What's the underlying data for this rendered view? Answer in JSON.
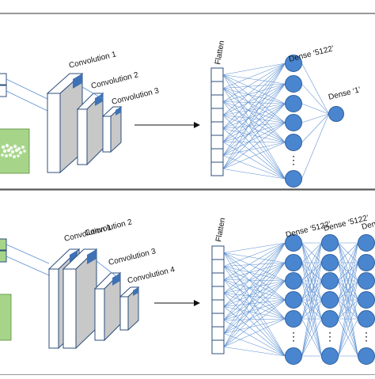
{
  "colors": {
    "panel_border": "#555555",
    "line": "#5b8fd1",
    "node_fill": "#4a86cf",
    "node_stroke": "#2f5f9e",
    "block_front": "#ffffff",
    "block_side": "#c8c8c8",
    "block_edge": "#2d4f7c",
    "kernel": "#3f72b5",
    "image_green": "#a6d58a",
    "arrow": "#111111"
  },
  "top_panel": {
    "conv_labels": [
      "Convolution 1",
      "Convolution 2",
      "Convolution 3"
    ],
    "flatten_label": "Flatten",
    "dense_labels": [
      "Dense ‘5122’",
      "Dense ‘1’"
    ]
  },
  "bottom_panel": {
    "conv_labels": [
      "Convolution 1",
      "Convolution 2",
      "Convolution 3",
      "Convolution 4"
    ],
    "flatten_label": "Flatten",
    "dense_labels": [
      "Dense ‘5122’",
      "Dense ‘5122’",
      "Dense ‘"
    ]
  },
  "ellipsis": "⋮"
}
